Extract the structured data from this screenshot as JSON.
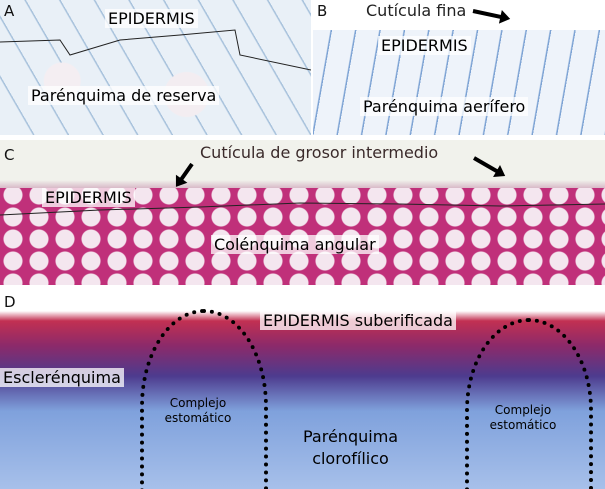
{
  "panels": {
    "A": {
      "letter": "A",
      "labels": [
        "EPIDERMIS",
        "Parénquima de reserva"
      ]
    },
    "B": {
      "letter": "B",
      "labels": [
        "Cutícula fina",
        "EPIDERMIS",
        "Parénquima aerífero"
      ]
    },
    "C": {
      "letter": "C",
      "labels": [
        "Cutícula de grosor intermedio",
        "EPIDERMIS",
        "Colénquima angular"
      ]
    },
    "D": {
      "letter": "D",
      "labels": [
        "EPIDERMIS suberificada",
        "Esclerénquima",
        "Complejo estomático",
        "Complejo estomático",
        "Parénquima clorofílico"
      ]
    }
  }
}
